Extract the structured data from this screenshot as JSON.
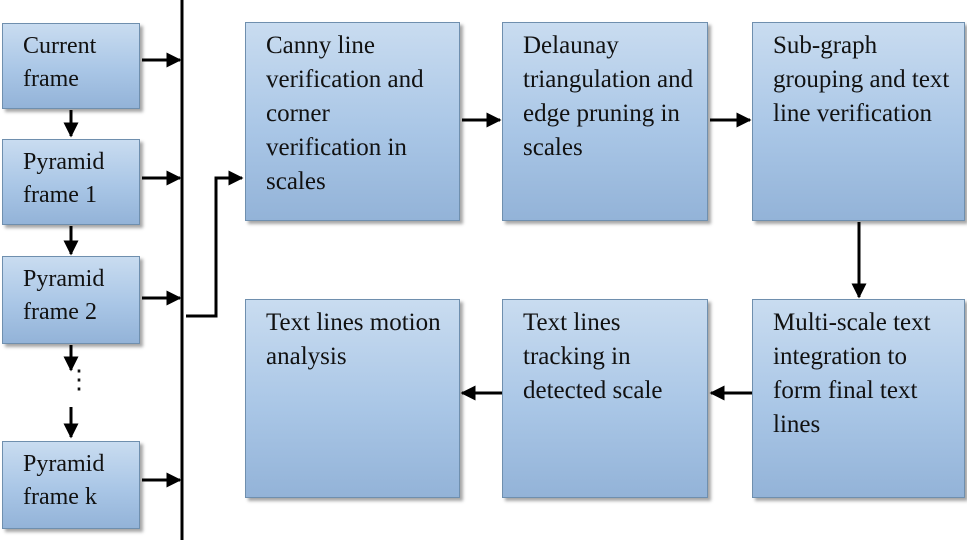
{
  "frames": {
    "current": "Current frame",
    "pyramid1": "Pyramid frame 1",
    "pyramid2": "Pyramid frame 2",
    "pyramidk": "Pyramid frame k"
  },
  "steps": {
    "canny": "Canny line verification and corner verification in scales",
    "delaunay": "Delaunay triangulation and edge pruning in scales",
    "subgraph": "Sub-graph grouping and text line verification",
    "multiscale": "Multi-scale text integration to form final text lines",
    "tracking": "Text lines tracking in detected scale",
    "motion": "Text lines motion analysis"
  },
  "ellipsis": "⋮"
}
